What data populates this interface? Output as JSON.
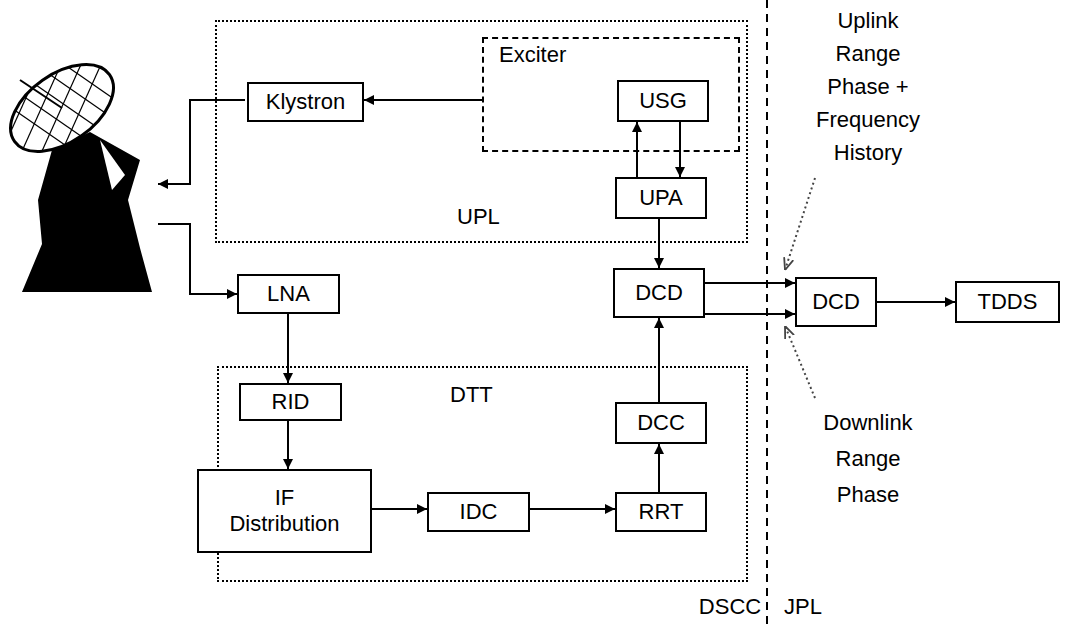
{
  "diagram": {
    "nodes": [
      {
        "text": [
          "UPL"
        ]
      },
      {
        "text": [
          "Exciter"
        ],
        "in": 0
      },
      {
        "text": [
          "USG"
        ],
        "in": 1
      },
      {
        "text": [
          "Klystron"
        ],
        "in": 0
      },
      {
        "text": [
          "UPA"
        ],
        "in": 0
      },
      {
        "text": [
          "LNA"
        ]
      },
      {
        "text": [
          "DCD"
        ]
      },
      {
        "text": [
          "DCD"
        ]
      },
      {
        "text": [
          "TDDS"
        ]
      },
      {
        "text": [
          "DTT"
        ]
      },
      {
        "text": [
          "RID"
        ],
        "in": 9
      },
      {
        "text": [
          "DCC"
        ],
        "in": 9
      },
      {
        "text": [
          "IF Distribution"
        ],
        "in": 9
      },
      {
        "text": [
          "IDC"
        ],
        "in": 9
      },
      {
        "text": [
          "RRT"
        ],
        "in": 9
      }
    ],
    "edges": [
      {
        "from": 1,
        "to": 3,
        "arrow": "to"
      },
      {
        "from": 4,
        "to": 2,
        "arrow": "to"
      },
      {
        "from": 2,
        "to": 4,
        "arrow": "to"
      },
      {
        "from": 4,
        "to": 6,
        "arrow": "to"
      },
      {
        "from": 5,
        "to": 10,
        "arrow": "to"
      },
      {
        "from": 10,
        "to": 12,
        "arrow": "to"
      },
      {
        "from": 12,
        "to": 13,
        "arrow": "to"
      },
      {
        "from": 13,
        "to": 14,
        "arrow": "to"
      },
      {
        "from": 14,
        "to": 11,
        "arrow": "to"
      },
      {
        "from": 11,
        "to": 6,
        "arrow": "to"
      },
      {
        "from": 6,
        "to": 7,
        "arrow": "to"
      },
      {
        "from": 6,
        "to": 7,
        "arrow": "to"
      },
      {
        "from": 7,
        "to": 8,
        "arrow": "to"
      }
    ],
    "labels": [
      "Uplink Range Phase + Frequency History",
      "Downlink Range Phase",
      "DSCC",
      "JPL"
    ]
  }
}
